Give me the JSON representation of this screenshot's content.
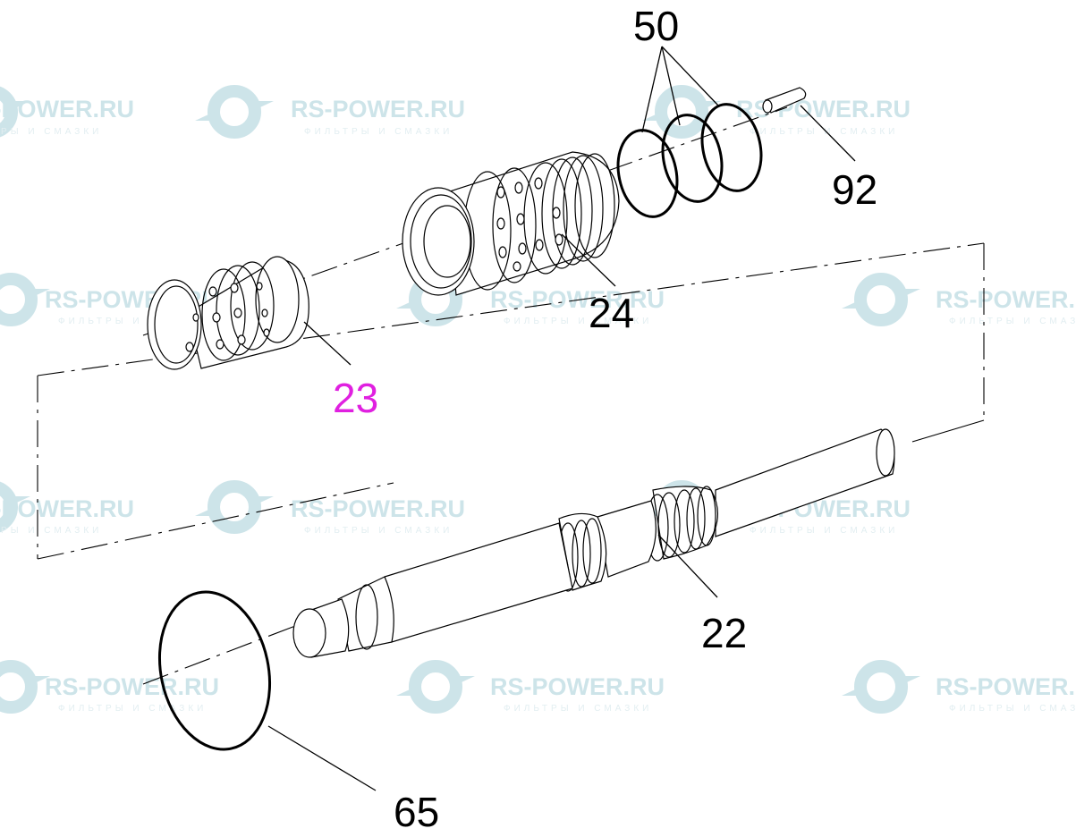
{
  "watermark": {
    "brand": "RS-POWER.RU",
    "tagline": "ФИЛЬТРЫ И СМАЗКИ",
    "color": "#cde4e9",
    "tagline_color": "#e2eef1"
  },
  "callouts": {
    "rings_top": "50",
    "pin": "92",
    "sleeve_ported": "24",
    "sleeve_small": "23",
    "shaft": "22",
    "oring_large": "65"
  },
  "colors": {
    "line": "#000000",
    "highlight_label": "#e020e0"
  }
}
